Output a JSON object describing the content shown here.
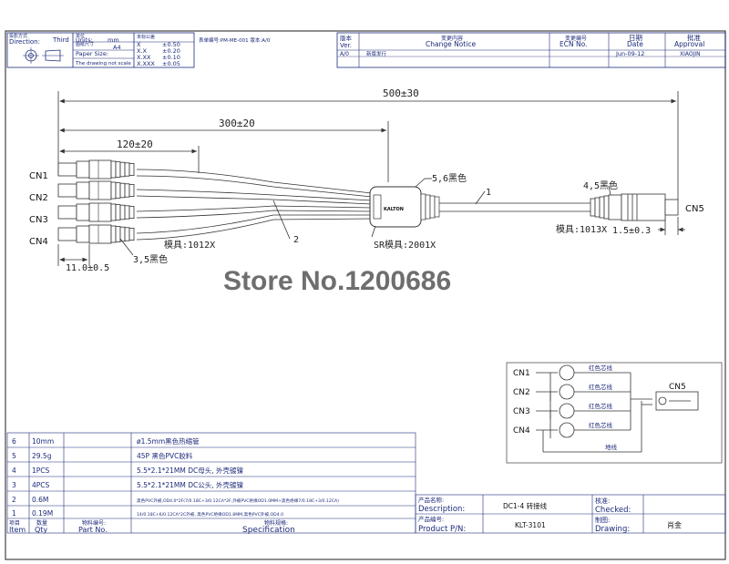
{
  "title_block": {
    "proj_cn": "投影方式",
    "direction_label": "Direction:",
    "direction_value": "Third",
    "unit_cn": "单位",
    "units_label": "Units:",
    "units_value": "mm",
    "paper_cn": "图纸尺寸",
    "paper_label": "Paper Size:",
    "paper_value": "A4",
    "not_scale": "The drawing not scale",
    "tol_cn": "未标公差",
    "tolerances": [
      {
        "fmt": "X",
        "val": "±0.50"
      },
      {
        "fmt": "X.X",
        "val": "±0.20"
      },
      {
        "fmt": "X.XX",
        "val": "±0.10"
      },
      {
        "fmt": "X.XXX",
        "val": "±0.05"
      }
    ],
    "form_no": "表单编号:PM-ME-001 版本:A/0",
    "rev_cn": "版本",
    "rev_label": "Ver.",
    "rev_value": "A/0",
    "change_cn": "变更内容",
    "change_label": "Change Notice",
    "change_value": "新版发行",
    "ecn_cn": "变更编号",
    "ecn_label": "ECN No.",
    "date_cn": "日期",
    "date_label": "Date",
    "date_value": "Jun-09-12",
    "approval_cn": "批准",
    "approval_label": "Approval",
    "approval_value": "XIAOJIN"
  },
  "drawing": {
    "dim_total": "500±30",
    "dim_mid": "300±20",
    "dim_branch": "120±20",
    "dim_plug": "11.0±0.5",
    "dim_socket": "1.5±0.3",
    "connectors_left": [
      "CN1",
      "CN2",
      "CN3",
      "CN4"
    ],
    "connector_right": "CN5",
    "note_56": "5,6黑色",
    "note_45": "4,5黑色",
    "note_35": "3,5黑色",
    "callout_1": "1",
    "callout_2": "2",
    "mold_left": "模具:1012X",
    "mold_sr": "SR模具:2001X",
    "mold_right": "模具:1013X",
    "overmold_brand": "KALTON"
  },
  "watermark": "Store No.1200686",
  "schematic": {
    "left": [
      "CN1",
      "CN2",
      "CN3",
      "CN4"
    ],
    "right": "CN5",
    "wire_labels": [
      "红色芯线",
      "红色芯线",
      "红色芯线",
      "红色芯线"
    ],
    "ground_label": "地线"
  },
  "bom": {
    "rows": [
      {
        "item": "6",
        "qty": "10mm",
        "part": "",
        "spec": "ø1.5mm黑色热缩管"
      },
      {
        "item": "5",
        "qty": "29.5g",
        "part": "",
        "spec": "45P 黑色PVC胶料"
      },
      {
        "item": "4",
        "qty": "1PCS",
        "part": "",
        "spec": "5.5*2.1*21MM DC母头, 外壳镀镍"
      },
      {
        "item": "3",
        "qty": "4PCS",
        "part": "",
        "spec": "5.5*2.1*21MM DC公头, 外壳镀镍"
      },
      {
        "item": "2",
        "qty": "0.6M",
        "part": "",
        "spec": "黑色PVC外被,OD4.0*2F(7/0.18C+3/0.12CA*2F,外被PVC绝缘OD1.0MM+黑色绝缘7/0.18C+3/0.12CA)"
      },
      {
        "item": "1",
        "qty": "0.19M",
        "part": "",
        "spec": "14/0.18C+6/0.12CA*2C外被, 黑色PVC绝缘OD1.8MM,黑色PVC外被,OD4.0"
      }
    ],
    "header_item_cn": "项目",
    "header_item": "Item",
    "header_qty_cn": "数量",
    "header_qty": "Qty",
    "header_part_cn": "物料编号:",
    "header_part": "Part No.",
    "header_spec_cn": "物料规格:",
    "header_spec": "Specification"
  },
  "product": {
    "desc_cn": "产品名称:",
    "desc_label": "Description:",
    "desc_value": "DC1-4 转接线",
    "pn_cn": "产品编号:",
    "pn_label": "Product P/N:",
    "pn_value": "KLT-3101",
    "checked_cn": "核准:",
    "checked_label": "Checked:",
    "drawing_cn": "制图:",
    "drawing_label": "Drawing:",
    "drawing_value": "肖金"
  }
}
